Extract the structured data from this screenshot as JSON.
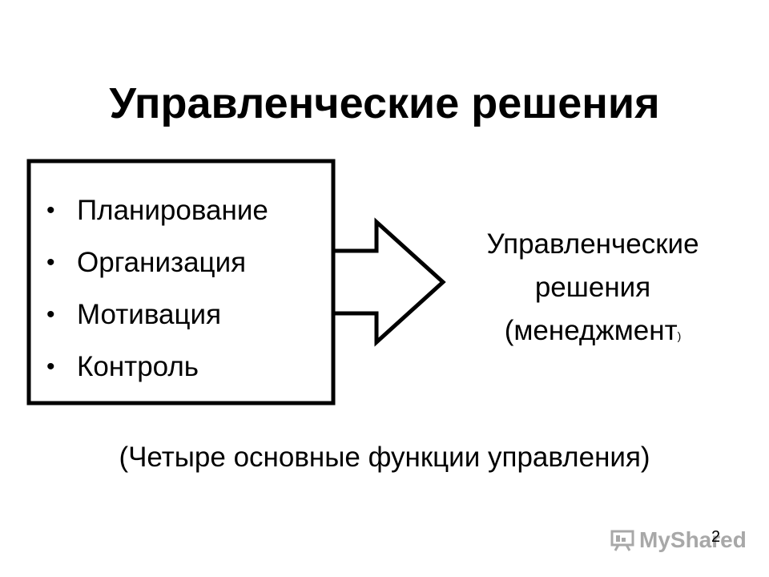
{
  "title": "Управленческие решения",
  "functions": {
    "items": [
      "Планирование",
      "Организация",
      "Мотивация",
      "Контроль"
    ],
    "bullet": "•"
  },
  "result": {
    "line1": "Управленческие",
    "line2": "решения",
    "line3_main": "(менеджмент",
    "line3_paren": ")"
  },
  "caption": "(Четыре основные функции управления)",
  "watermark": {
    "brand": "MyShared",
    "icon": "presentation-board-icon"
  },
  "slide_number": "2",
  "colors": {
    "text": "#000000",
    "background": "#ffffff",
    "watermark": "#a8a8a8"
  }
}
